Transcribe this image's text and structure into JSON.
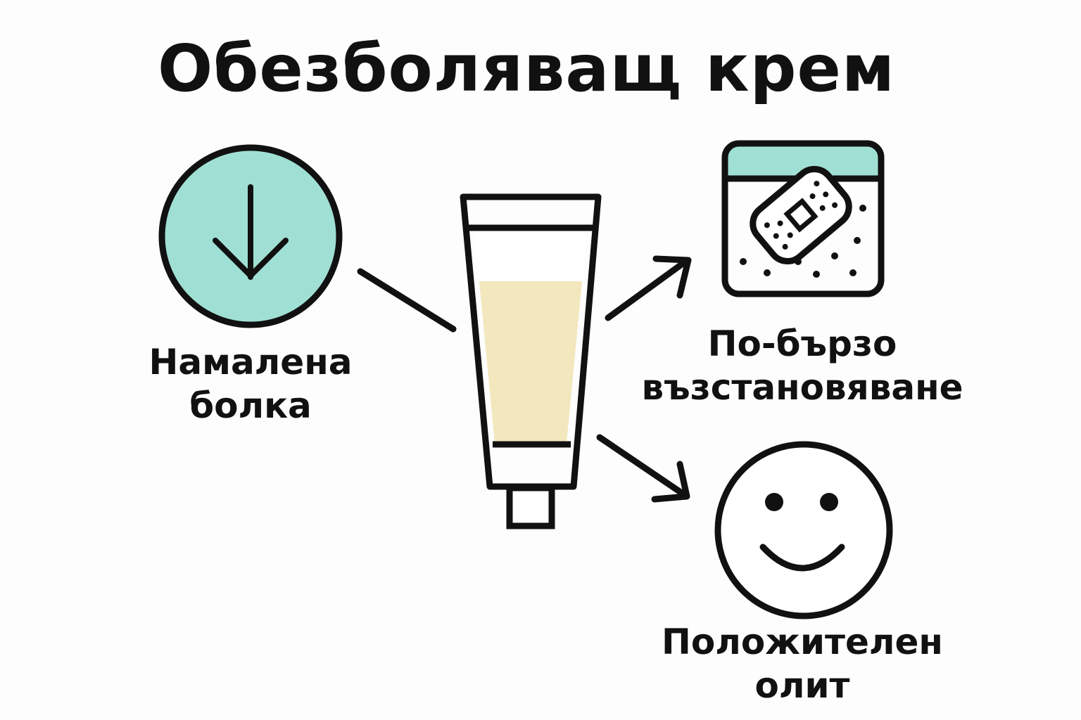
{
  "title": "Обезболяващ крем",
  "nodes": {
    "pain": {
      "line1": "Намалена",
      "line2": "болка",
      "icon": "down-arrow-circle-icon"
    },
    "recovery": {
      "line1": "По-бързо",
      "line2": "възстановяване",
      "icon": "bandage-icon"
    },
    "outcome": {
      "line1": "Положителен",
      "line2": "олит",
      "icon": "smiley-face-icon"
    },
    "center": {
      "icon": "cream-tube-icon"
    }
  },
  "colors": {
    "stroke": "#111111",
    "mint": "#a0e0d4",
    "cream": "#f3e7bd",
    "background": "#fdfdfd"
  }
}
